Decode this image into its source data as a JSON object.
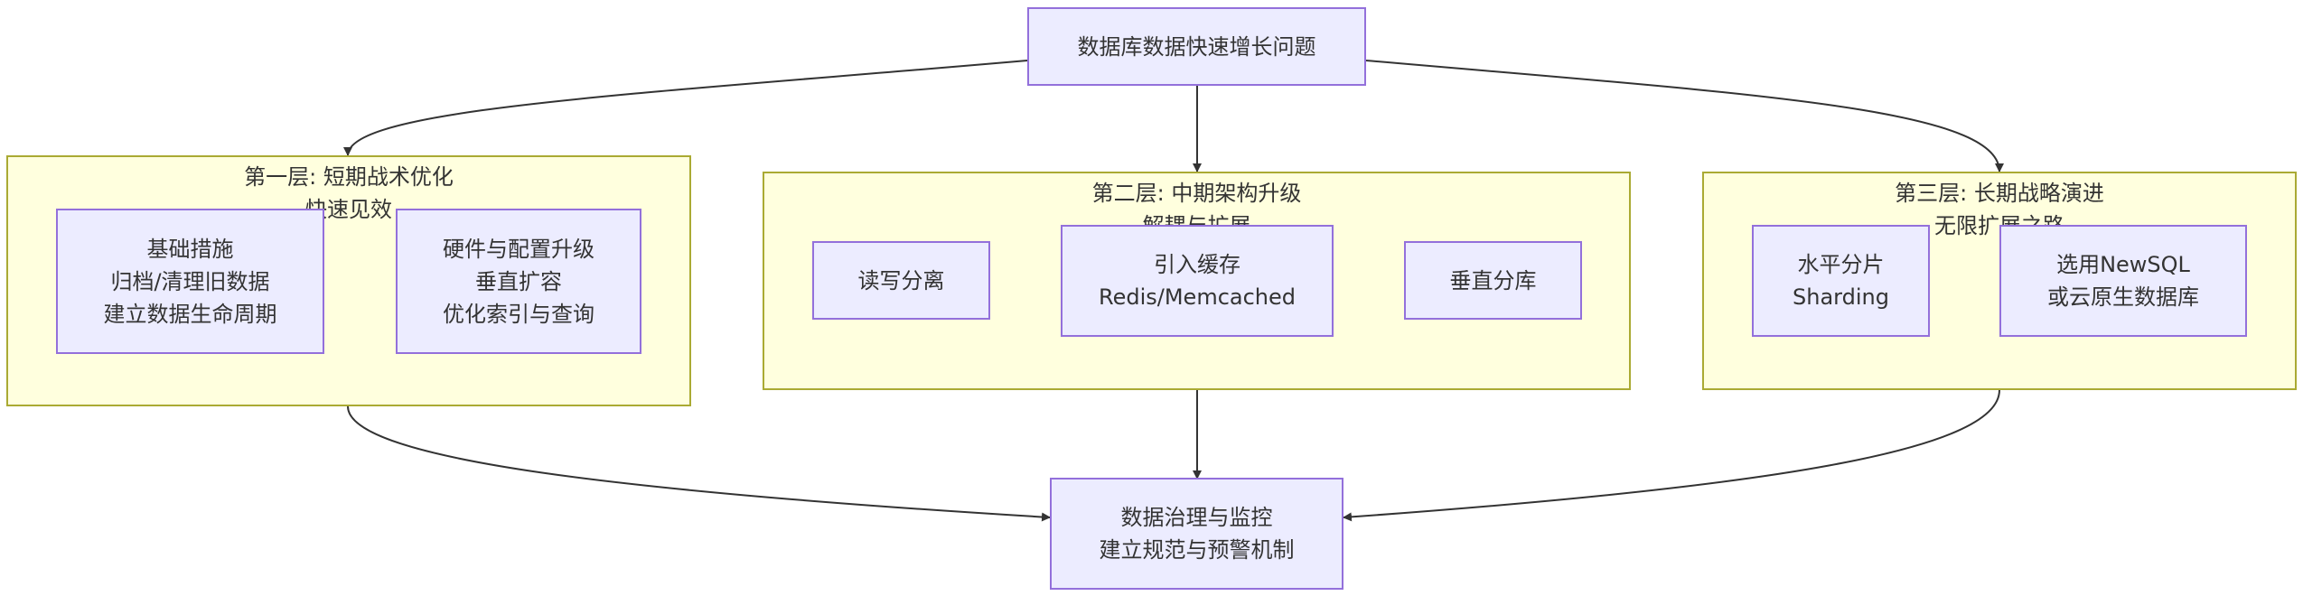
{
  "top_node": {
    "line1": "数据库数据快速增长问题"
  },
  "groups": {
    "short_term": {
      "title": "第一层: 短期战术优化",
      "subtitle": "快速见效",
      "nodes": {
        "basic": {
          "lines": [
            "基础措施",
            "归档/清理旧数据",
            "建立数据生命周期"
          ]
        },
        "hardware": {
          "lines": [
            "硬件与配置升级",
            "垂直扩容",
            "优化索引与查询"
          ]
        }
      }
    },
    "mid_term": {
      "title": "第二层: 中期架构升级",
      "subtitle": "解耦与扩展",
      "nodes": {
        "rw_split": {
          "lines": [
            "读写分离"
          ]
        },
        "cache": {
          "lines": [
            "引入缓存",
            "Redis/Memcached"
          ]
        },
        "vertical_split": {
          "lines": [
            "垂直分库"
          ]
        }
      }
    },
    "long_term": {
      "title": "第三层: 长期战略演进",
      "subtitle": "无限扩展之路",
      "nodes": {
        "sharding": {
          "lines": [
            "水平分片",
            "Sharding"
          ]
        },
        "newsql": {
          "lines": [
            "选用NewSQL",
            "或云原生数据库"
          ]
        }
      }
    }
  },
  "bottom_node": {
    "lines": [
      "数据治理与监控",
      "建立规范与预警机制"
    ]
  },
  "colors": {
    "node_fill": "#ececff",
    "node_border": "#9370db",
    "group_fill": "#ffffde",
    "group_border": "#aaaa33",
    "edge": "#333333"
  }
}
